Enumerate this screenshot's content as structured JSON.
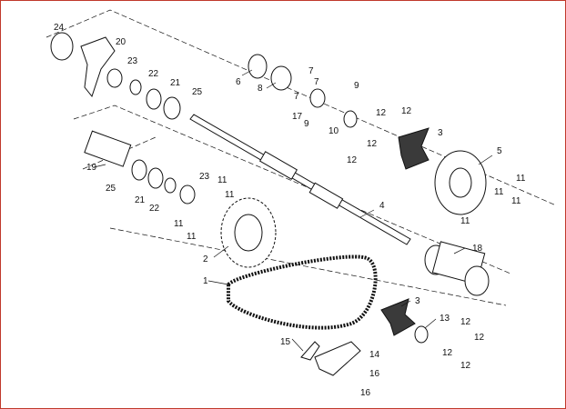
{
  "diagram": {
    "labels": {
      "p1": "1",
      "p2": "2",
      "p3a": "3",
      "p3b": "3",
      "p4": "4",
      "p5": "5",
      "p6": "6",
      "p7a": "7",
      "p7b": "7",
      "p7c": "7",
      "p8": "8",
      "p9a": "9",
      "p9b": "9",
      "p10": "10",
      "p11a": "11",
      "p11b": "11",
      "p11c": "11",
      "p11d": "11",
      "p11e": "11",
      "p11f": "11",
      "p11g": "11",
      "p12a": "12",
      "p12b": "12",
      "p12c": "12",
      "p12d": "12",
      "p12e": "12",
      "p12f": "12",
      "p12g": "12",
      "p12h": "12",
      "p13": "13",
      "p14": "14",
      "p15": "15",
      "p16a": "16",
      "p16b": "16",
      "p17": "17",
      "p18": "18",
      "p19": "19",
      "p20": "20",
      "p21a": "21",
      "p21b": "21",
      "p22a": "22",
      "p22b": "22",
      "p23a": "23",
      "p23b": "23",
      "p24": "24",
      "p25a": "25",
      "p25b": "25"
    }
  }
}
